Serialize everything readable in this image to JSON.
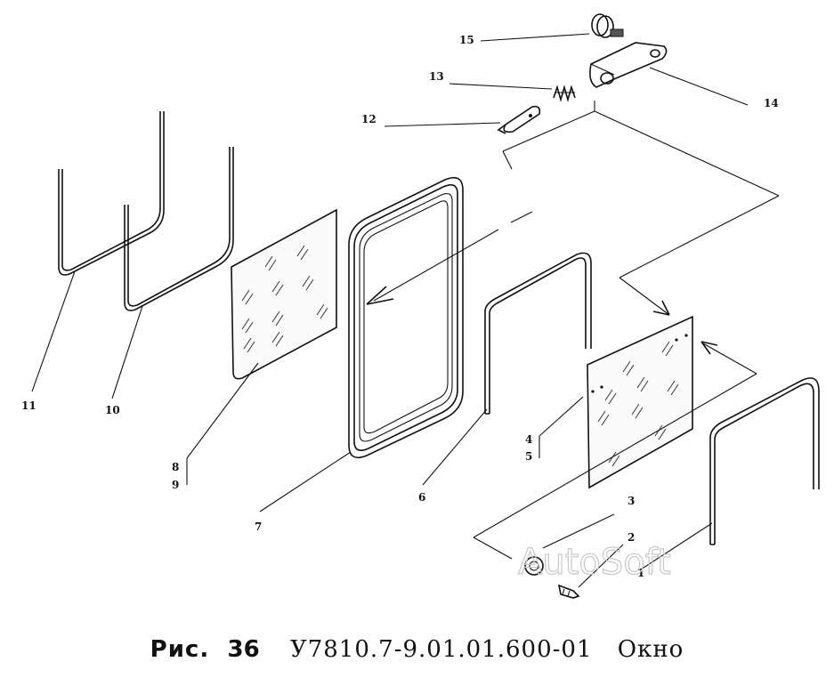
{
  "callouts": {
    "c1": "1",
    "c2": "2",
    "c3": "3",
    "c4": "4",
    "c5": "5",
    "c6": "6",
    "c7": "7",
    "c8": "8",
    "c9": "9",
    "c10": "10",
    "c11": "11",
    "c12": "12",
    "c13": "13",
    "c14": "14",
    "c15": "15"
  },
  "caption": {
    "figure_label": "Рис.",
    "figure_number": "36",
    "part_code": "У7810.7-9.01.01.600-01",
    "title": "Окно"
  },
  "watermark": "AutoSoft"
}
